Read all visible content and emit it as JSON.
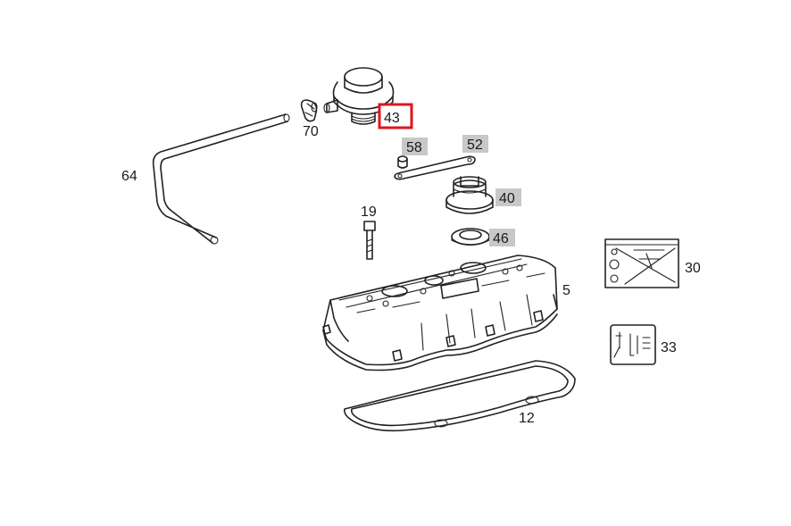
{
  "parts": [
    {
      "id": "p70",
      "label": "70",
      "state": "normal"
    },
    {
      "id": "p64",
      "label": "64",
      "state": "normal"
    },
    {
      "id": "p43",
      "label": "43",
      "state": "selected"
    },
    {
      "id": "p58",
      "label": "58",
      "state": "highlighted"
    },
    {
      "id": "p52",
      "label": "52",
      "state": "highlighted"
    },
    {
      "id": "p40",
      "label": "40",
      "state": "highlighted"
    },
    {
      "id": "p46",
      "label": "46",
      "state": "highlighted"
    },
    {
      "id": "p19",
      "label": "19",
      "state": "normal"
    },
    {
      "id": "p5",
      "label": "5",
      "state": "normal"
    },
    {
      "id": "p30",
      "label": "30",
      "state": "normal"
    },
    {
      "id": "p33",
      "label": "33",
      "state": "normal"
    },
    {
      "id": "p12",
      "label": "12",
      "state": "normal"
    }
  ],
  "colors": {
    "selected_border": "#e0141e",
    "highlight_fill": "#c8c8c8",
    "line": "#222222"
  }
}
